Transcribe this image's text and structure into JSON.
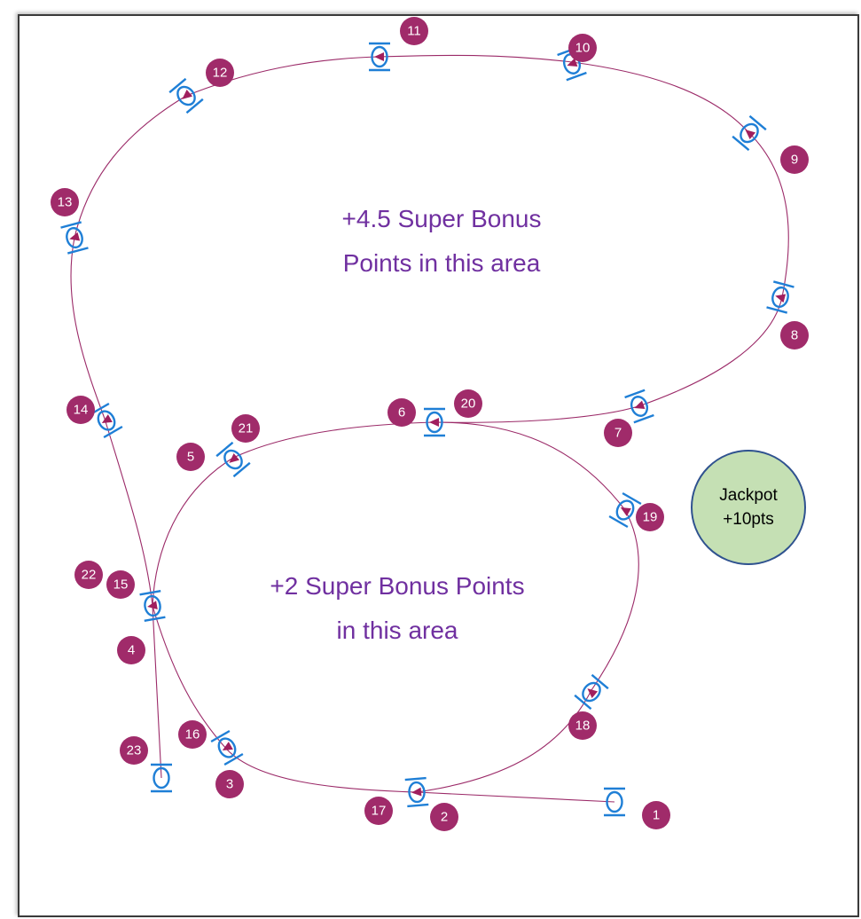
{
  "areas": {
    "upper_label": "+4.5 Super Bonus\nPoints in this area",
    "lower_label": "+2 Super Bonus Points\nin this area"
  },
  "jackpot": {
    "label": "Jackpot\n+10pts"
  },
  "checkpoints": [
    "1",
    "2",
    "3",
    "4",
    "5",
    "6",
    "7",
    "8",
    "9",
    "10",
    "11",
    "12",
    "13",
    "14",
    "15",
    "16",
    "17",
    "18",
    "19",
    "20",
    "21",
    "22",
    "23"
  ],
  "colors": {
    "badge": "#a02b6a",
    "gate": "#1f7fd6",
    "track": "#9b2a68",
    "label": "#7030a0",
    "jackpot_fill": "#c5e0b4",
    "jackpot_border": "#2f528f"
  },
  "icons": {
    "gate": "gate-icon",
    "direction": "direction-arrow-icon"
  }
}
